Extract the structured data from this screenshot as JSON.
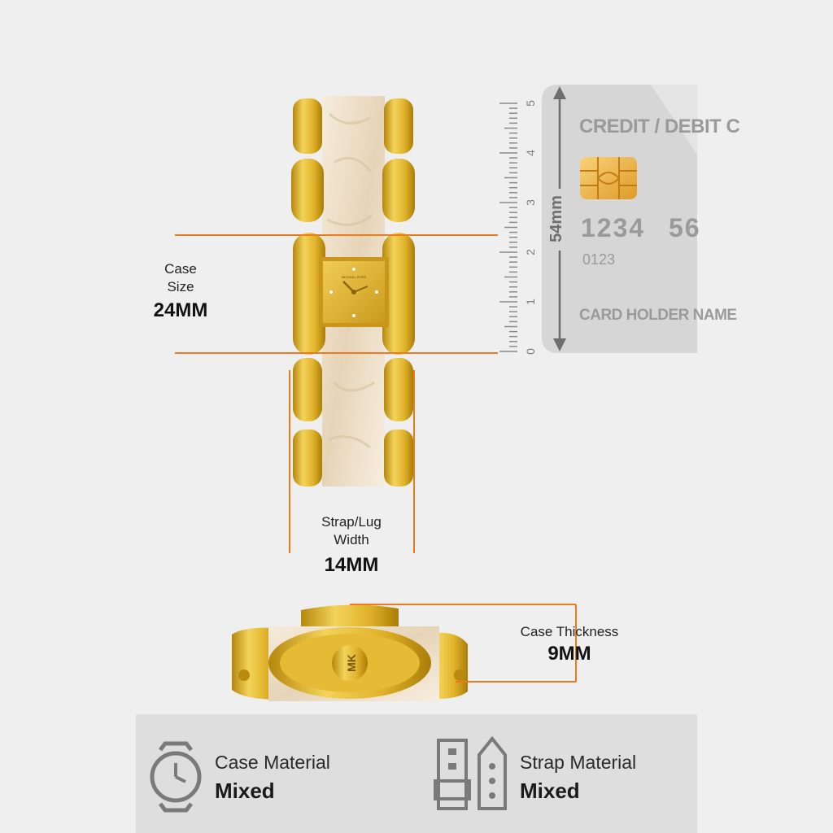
{
  "case_size": {
    "label_line1": "Case",
    "label_line2": "Size",
    "value": "24MM"
  },
  "strap_width": {
    "label_line1": "Strap/Lug",
    "label_line2": "Width",
    "value": "14MM"
  },
  "case_thickness": {
    "label": "Case Thickness",
    "value": "9MM"
  },
  "card": {
    "title": "CREDIT / DEBIT C",
    "number_a": "1234",
    "number_b": "56",
    "small_number": "0123",
    "holder": "CARD HOLDER NAME",
    "height_label": "54mm"
  },
  "ruler": {
    "ticks": [
      "0",
      "1",
      "2",
      "3",
      "4",
      "5"
    ]
  },
  "dial_brand": "MICHAEL KORS",
  "crown_mark": "MK",
  "materials": {
    "case": {
      "name": "Case Material",
      "value": "Mixed",
      "icon": "watch-icon"
    },
    "strap": {
      "name": "Strap Material",
      "value": "Mixed",
      "icon": "strap-icon"
    }
  },
  "colors": {
    "gold": "#e2b52a",
    "gold_dark": "#b88a0e",
    "marble": "#efe3cf",
    "orange_line": "#f07a1a",
    "card_gray": "#d6d6d6",
    "card_text": "#9a9a9a",
    "panel_gray": "#dedede",
    "icon_gray": "#7a7a7a"
  }
}
